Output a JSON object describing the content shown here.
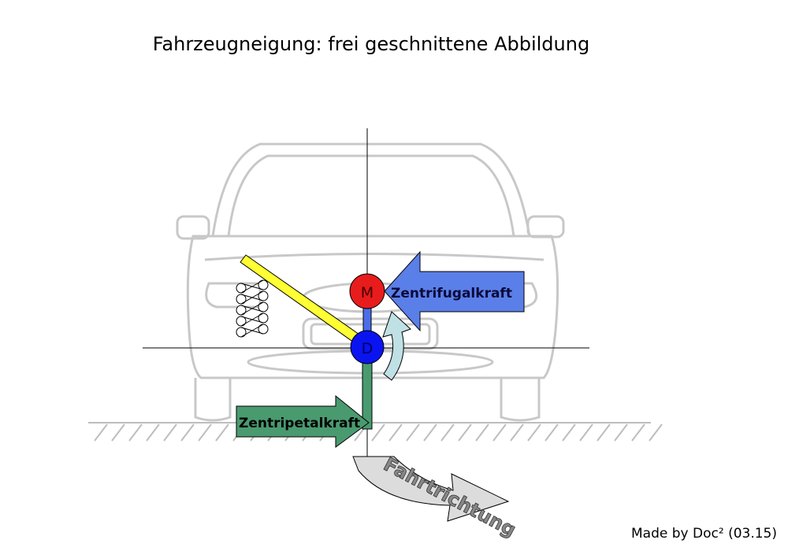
{
  "title": "Fahrzeugneigung: frei geschnittene Abbildung",
  "labels": {
    "mass_point": "M",
    "pivot_point": "D",
    "centrifugal_force": "Zentrifugalkraft",
    "centripetal_force": "Zentripetalkraft",
    "direction": "Fahrtrichtung"
  },
  "credit": "Made by Doc² (03.15)",
  "colors": {
    "mass": "#e81c1c",
    "pivot": "#0a14f0",
    "centrifugal": "#5b7fe8",
    "centripetal": "#4a9a70",
    "lever": "#ffff33",
    "rotation": "#bfe0e4",
    "direction_arrow": "#dcdcdc",
    "car_outline": "#c8c8c8"
  }
}
